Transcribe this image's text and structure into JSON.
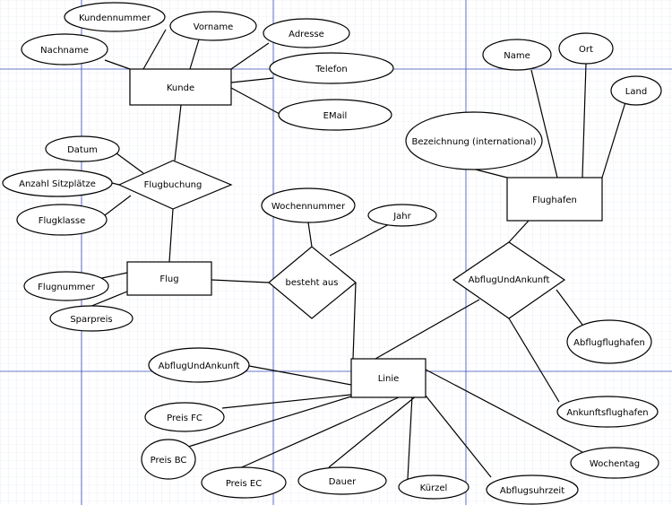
{
  "entities": {
    "kunde": "Kunde",
    "flug": "Flug",
    "flughafen": "Flughafen",
    "linie": "Linie"
  },
  "relationships": {
    "flugbuchung": "Flugbuchung",
    "besteht_aus": "besteht aus",
    "abflug_und_ankunft": "AbflugUndAnkunft"
  },
  "attributes": {
    "kundennummer": "Kundennummer",
    "vorname": "Vorname",
    "nachname": "Nachname",
    "adresse": "Adresse",
    "telefon": "Telefon",
    "email": "EMail",
    "datum": "Datum",
    "anzahl_sitzplaetze": "Anzahl Sitzplätze",
    "flugklasse": "Flugklasse",
    "flugnummer": "Flugnummer",
    "sparpreis": "Sparpreis",
    "wochennummer": "Wochennummer",
    "jahr": "Jahr",
    "name": "Name",
    "ort": "Ort",
    "land": "Land",
    "bezeichnung": "Bezeichnung (international)",
    "abflugflughafen": "Abflugflughafen",
    "ankunftsflughafen": "Ankunftsflughafen",
    "abflug_und_ankunft_attr": "AbflugUndAnkunft",
    "preis_fc": "Preis FC",
    "preis_bc": "Preis BC",
    "preis_ec": "Preis EC",
    "dauer": "Dauer",
    "kuerzel": "Kürzel",
    "abflugsuhrzeit": "Abflugsuhrzeit",
    "wochentag": "Wochentag"
  },
  "colors": {
    "grid_minor": "#dde3ef",
    "grid_major": "#3a4bb8",
    "stroke": "#000000",
    "background": "#ffffff"
  }
}
